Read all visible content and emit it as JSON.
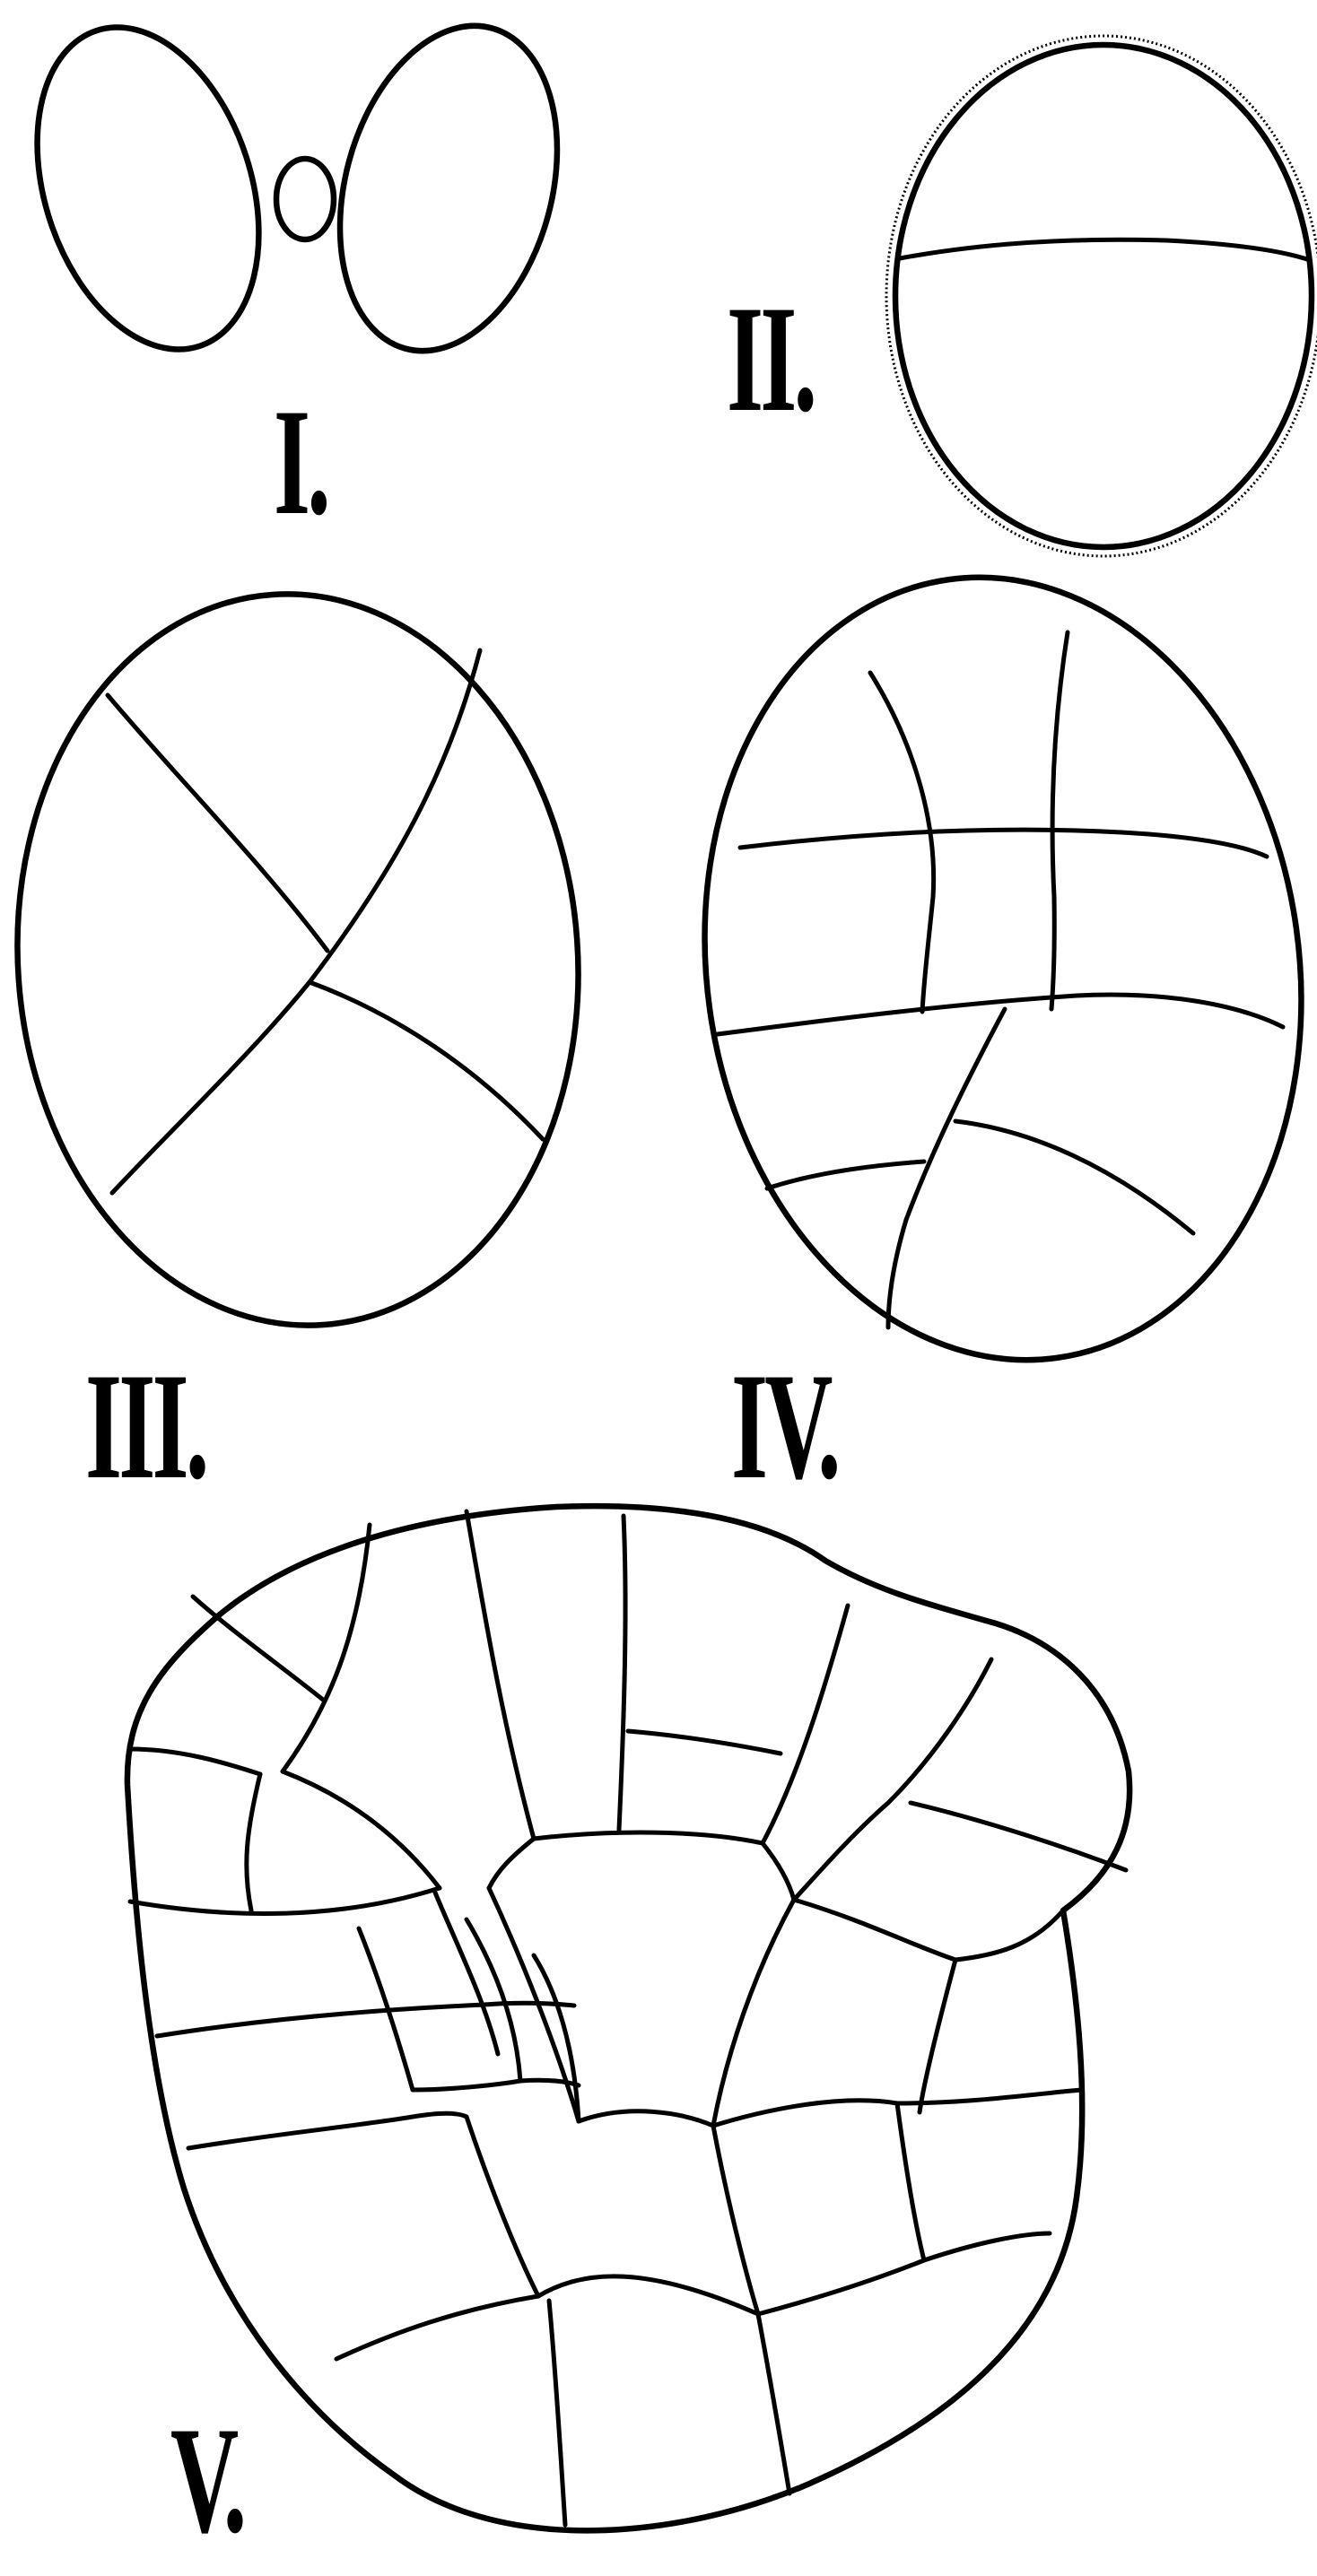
{
  "figures": [
    {
      "id": "I",
      "label": "I."
    },
    {
      "id": "II",
      "label": "II."
    },
    {
      "id": "III",
      "label": "III."
    },
    {
      "id": "IV",
      "label": "IV."
    },
    {
      "id": "V",
      "label": "V."
    }
  ],
  "colors": {
    "ink": "#000000",
    "paper": "#ffffff"
  }
}
